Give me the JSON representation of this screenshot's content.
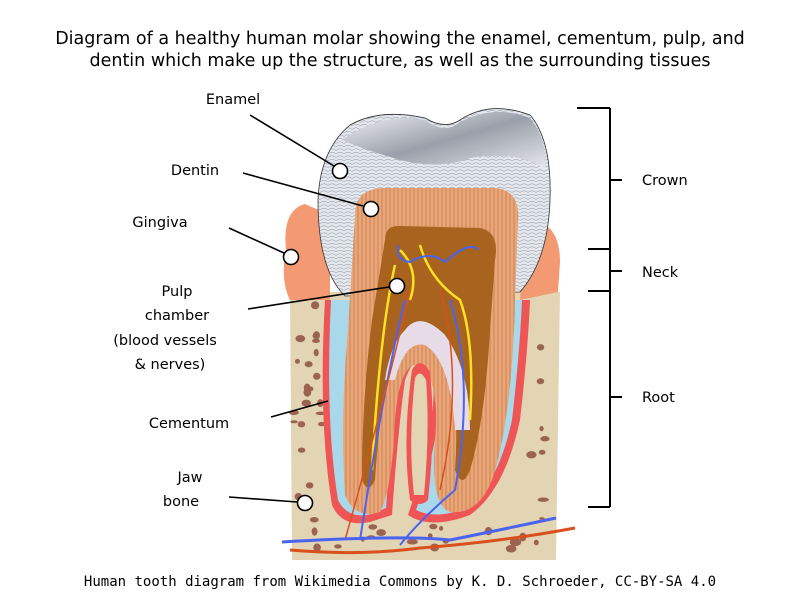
{
  "title": {
    "line1": "Diagram of a healthy human molar showing the enamel, cementum, pulp, and",
    "line2": "dentin which make up the structure, as well as the surrounding tissues"
  },
  "labels": {
    "enamel": "Enamel",
    "dentin": "Dentin",
    "gingiva": "Gingiva",
    "pulp": [
      "Pulp",
      "chamber",
      "(blood vessels",
      "& nerves)"
    ],
    "cementum": "Cementum",
    "jaw_bone": [
      "Jaw",
      "bone"
    ]
  },
  "regions": {
    "crown": "Crown",
    "neck": "Neck",
    "root": "Root"
  },
  "caption": "Human tooth diagram from Wikimedia Commons by K. D. Schroeder, CC-BY-SA 4.0",
  "colors": {
    "bone": "#e3d4b4",
    "bone_spots": "#9a6450",
    "gingiva": "#f49a72",
    "enamel": "#d9dde3",
    "dentin": "#e9a878",
    "pulp": "#a8641f",
    "vein": "#4a64f0",
    "artery": "#d9501e",
    "cementum": "#a9d8ea",
    "ligament": "#f05555"
  }
}
